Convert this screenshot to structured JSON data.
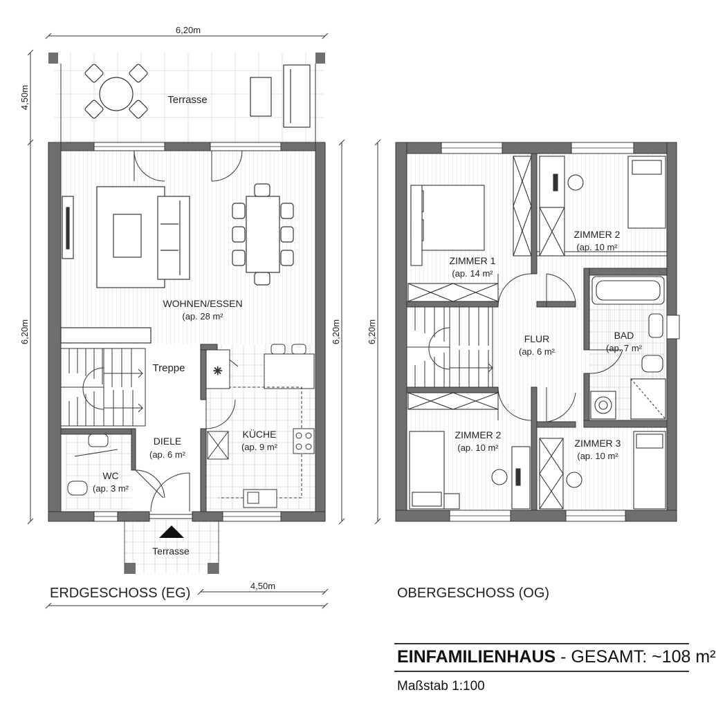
{
  "ground_floor": {
    "title": "ERDGESCHOSS (EG)",
    "dims": {
      "width": "6,20m",
      "terrace_depth": "4,50m",
      "depth": "6,20m",
      "entry_width": "4,50m"
    },
    "rooms": {
      "terrace": "Terrasse",
      "living_name": "WOHNEN/ESSEN",
      "living_area": "(ap. 28 m²",
      "stairs": "Treppe",
      "hall_name": "DIELE",
      "hall_area": "(ap. 6 m²",
      "kitchen_name": "KÜCHE",
      "kitchen_area": "(ap. 9 m²",
      "wc_name": "WC",
      "wc_area": "(ap. 3 m²",
      "entry_terrace": "Terrasse"
    }
  },
  "upper_floor": {
    "title": "OBERGESCHOSS (OG)",
    "dims": {
      "depth": "6,20m"
    },
    "rooms": {
      "z1_name": "ZIMMER 1",
      "z1_area": "(ap. 14 m²",
      "z2a_name": "ZIMMER 2",
      "z2a_area": "(ap. 10 m²",
      "flur_name": "FLUR",
      "flur_area": "(ap. 6 m²",
      "bad_name": "BAD",
      "bad_area": "(ap. 7 m²",
      "z2b_name": "ZIMMER 2",
      "z2b_area": "(ap. 10 m²",
      "z3_name": "ZIMMER 3",
      "z3_area": "(ap. 10 m²"
    }
  },
  "summary": {
    "house": "EINFAMILIENHAUS",
    "total": " - GESAMT: ~108 m²",
    "scale": "Maßstab 1:100"
  },
  "colors": {
    "wall": "#6f6f6f",
    "line": "#333333",
    "floor_hatch": "#d6d6d6",
    "tile": "#dcdcdc"
  }
}
